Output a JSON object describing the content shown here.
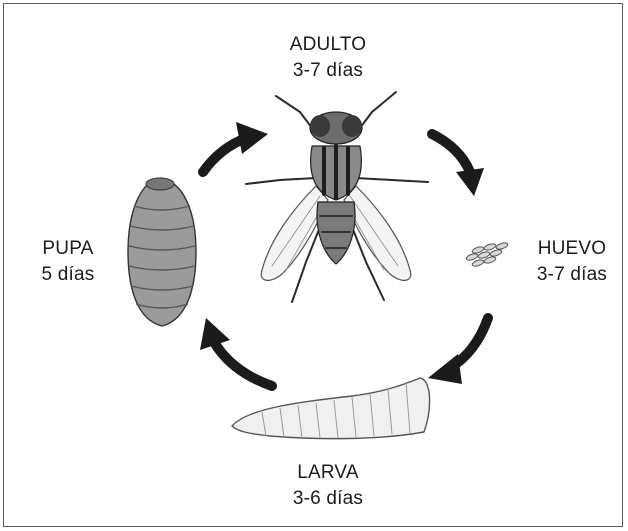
{
  "stages": {
    "adult": {
      "name": "ADULTO",
      "duration": "3-7 días"
    },
    "egg": {
      "name": "HUEVO",
      "duration": "3-7 días"
    },
    "larva": {
      "name": "LARVA",
      "duration": "3-6 días"
    },
    "pupa": {
      "name": "PUPA",
      "duration": "5 días"
    }
  },
  "colors": {
    "ink": "#1b1b1b",
    "border": "#5b5b5b",
    "background": "#ffffff"
  },
  "icons": [
    "fly-adult-illustration",
    "eggs-illustration",
    "larva-illustration",
    "pupa-illustration",
    "cycle-arrow"
  ]
}
